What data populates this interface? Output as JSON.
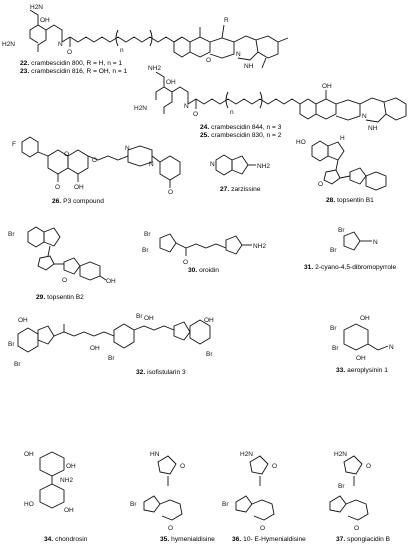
{
  "captions": {
    "c22": {
      "num": "22.",
      "name": "crambescidin 800, R = H,  n = 1"
    },
    "c23": {
      "num": "23.",
      "name": "crambescidin 816, R = OH,  n = 1"
    },
    "c24": {
      "num": "24.",
      "name": "crambescidin 844,  n = 3"
    },
    "c25": {
      "num": "25.",
      "name": "crambescidin 830,  n = 2"
    },
    "c26": {
      "num": "26.",
      "name": "P3 compound"
    },
    "c27": {
      "num": "27.",
      "name": "zarzissine"
    },
    "c28": {
      "num": "28.",
      "name": "topsentin B1"
    },
    "c29": {
      "num": "29.",
      "name": "topsentin B2"
    },
    "c30": {
      "num": "30.",
      "name": "oroidin"
    },
    "c31": {
      "num": "31.",
      "name": "2-cyano-4,5-dibromopyrrole"
    },
    "c32": {
      "num": "32.",
      "name": "isofistularin 3"
    },
    "c33": {
      "num": "33.",
      "name": "aeroplysinin 1"
    },
    "c34": {
      "num": "34.",
      "name": "chondrosin"
    },
    "c35": {
      "num": "35.",
      "name": "hymenialdisine"
    },
    "c36": {
      "num": "36.",
      "name": "10- E-Hymenialdisine"
    },
    "c37": {
      "num": "37.",
      "name": "spongiacidin B"
    }
  },
  "atoms": {
    "nh2": "NH2",
    "h2n": "H2N",
    "oh": "OH",
    "ho": "HO",
    "o": "O",
    "n": "N",
    "nh": "NH",
    "h": "H",
    "br": "Br",
    "r": "R",
    "sub_n": "n",
    "f": "F",
    "ome": "O",
    "cn": "N",
    "plus": "+",
    "hn": "HN"
  },
  "colors": {
    "ink": "#111111",
    "background": "#ffffff"
  }
}
